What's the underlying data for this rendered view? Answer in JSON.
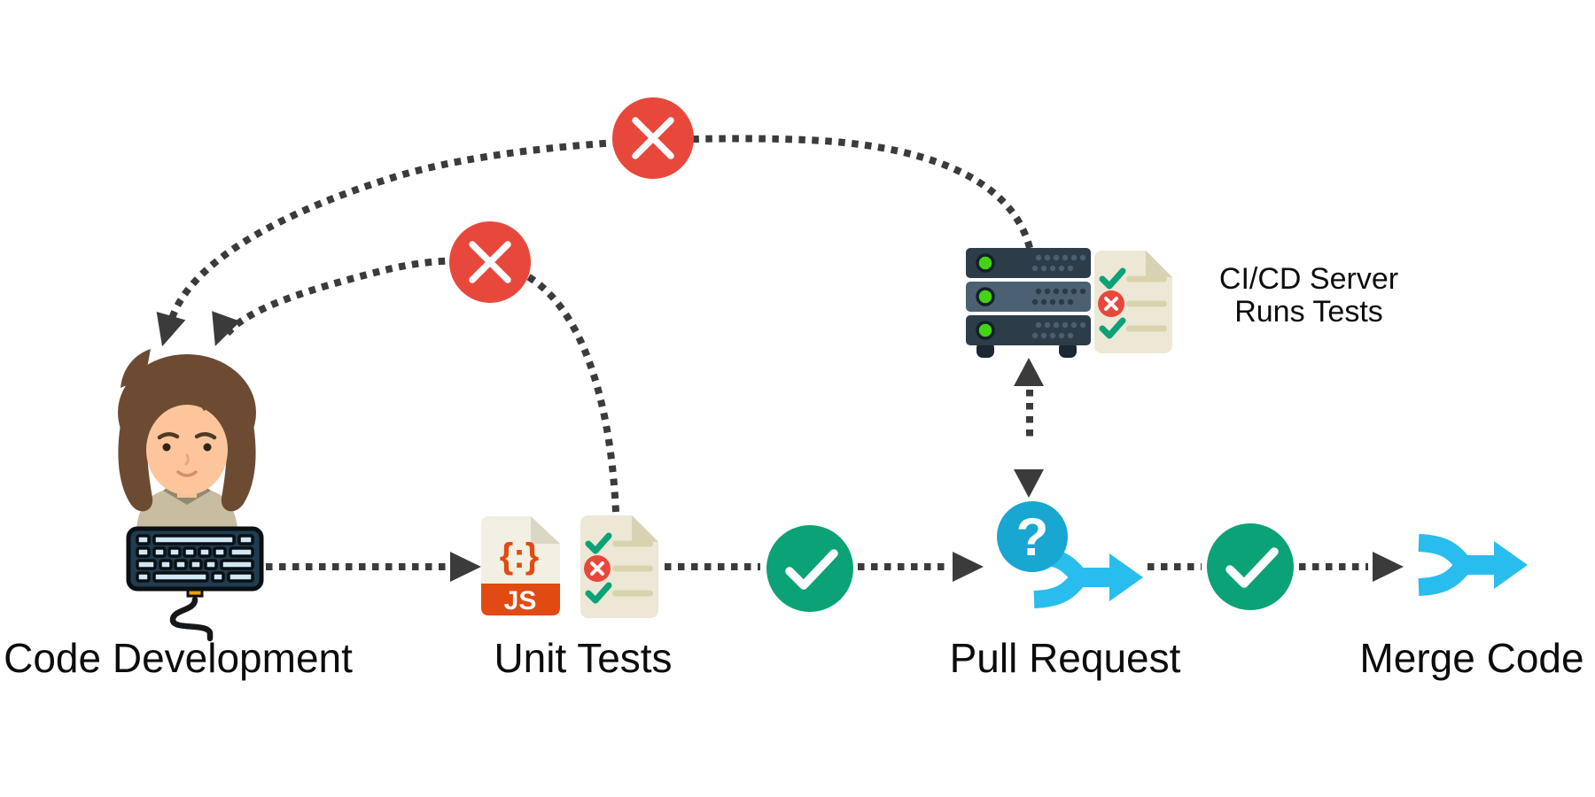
{
  "labels": {
    "code_development": "Code Development",
    "unit_tests": "Unit Tests",
    "pull_request": "Pull Request",
    "merge_code": "Merge Code",
    "cicd_line1": "CI/CD Server",
    "cicd_line2": "Runs Tests"
  },
  "js_file": {
    "symbol": "{:}",
    "badge": "JS"
  },
  "pull_request_icon": {
    "question_mark": "?"
  },
  "icons": {
    "developer": "person-avatar",
    "keyboard": "keyboard-icon",
    "js_file": "js-file-icon",
    "test_report": "test-results-document-icon",
    "pass": "green-check-circle-icon",
    "fail": "red-x-circle-icon",
    "pull_request": "question-merge-icon",
    "merge": "git-merge-arrow-icon",
    "server": "server-rack-icon"
  },
  "colors": {
    "dash": "#3b3b3b",
    "fail_red": "#e8483c",
    "pass_green": "#0ba277",
    "merge_cyan": "#29bdee",
    "question_cyan": "#17a7d0",
    "server_dark": "#2d3c49",
    "server_mid": "#4c6073",
    "server_foot": "#1b2733",
    "led_green": "#44d411",
    "doc_cream": "#ece8d5",
    "doc_fold": "#d8d2b5",
    "doc_line": "#d9d3ad",
    "js_orange": "#e14a12",
    "js_cream": "#f2efe3",
    "kb_body": "#1f3d52",
    "kb_key": "#cfe7f7",
    "kb_cable": "#15181a",
    "connector_orange": "#f5a000",
    "hair": "#6d4b33",
    "skin": "#fdc59c",
    "shirt": "#c8bda1",
    "collar": "#8f8970",
    "text": "#0c0c0c"
  }
}
